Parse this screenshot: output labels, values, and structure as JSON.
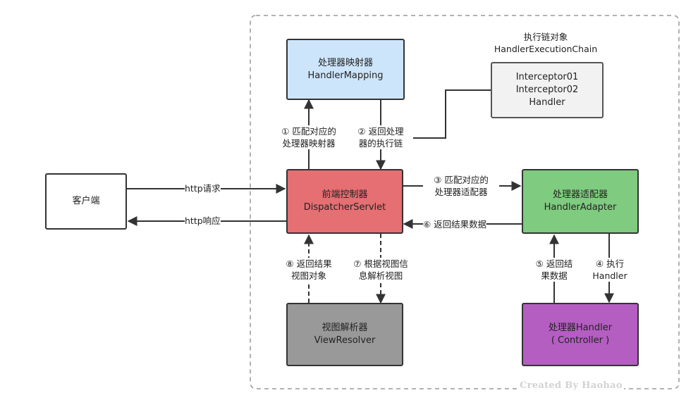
{
  "colors": {
    "handler_mapping": "#cde5fb",
    "execution_chain": "#f2f2f2",
    "dispatcher": "#e56f73",
    "handler_adapter": "#7fcb7f",
    "handler": "#b45ec1",
    "view_resolver": "#999999",
    "client": "#ffffff",
    "border": "#333333"
  },
  "nodes": {
    "client": {
      "line1": "客户端"
    },
    "handler_mapping": {
      "line1": "处理器映射器",
      "line2": "HandlerMapping"
    },
    "execution_chain": {
      "caption1": "执行链对象",
      "caption2": "HandlerExecutionChain",
      "line1": "Interceptor01",
      "line2": "Interceptor02",
      "line3": "Handler"
    },
    "dispatcher": {
      "line1": "前端控制器",
      "line2": "DispatcherServlet"
    },
    "handler_adapter": {
      "line1": "处理器适配器",
      "line2": "HandlerAdapter"
    },
    "view_resolver": {
      "line1": "视图解析器",
      "line2": "ViewResolver"
    },
    "handler": {
      "line1": "处理器Handler",
      "line2": "( Controller )"
    }
  },
  "edges": {
    "http_request": "http请求",
    "http_response": "http响应",
    "step1": {
      "line1": "① 匹配对应的",
      "line2": "处理器映射器"
    },
    "step2": {
      "line1": "② 返回处理",
      "line2": "器的执行链"
    },
    "step3": {
      "line1": "③ 匹配对应的",
      "line2": "处理器适配器"
    },
    "step4": {
      "line1": "④ 执行",
      "line2": "Handler"
    },
    "step5": {
      "line1": "⑤ 返回结",
      "line2": "果数据"
    },
    "step6": "⑥ 返回结果数据",
    "step7": {
      "line1": "⑦ 根据视图信",
      "line2": "息解析视图"
    },
    "step8": {
      "line1": "⑧ 返回结果",
      "line2": "视图对象"
    }
  },
  "watermark": "Created By Haohao"
}
